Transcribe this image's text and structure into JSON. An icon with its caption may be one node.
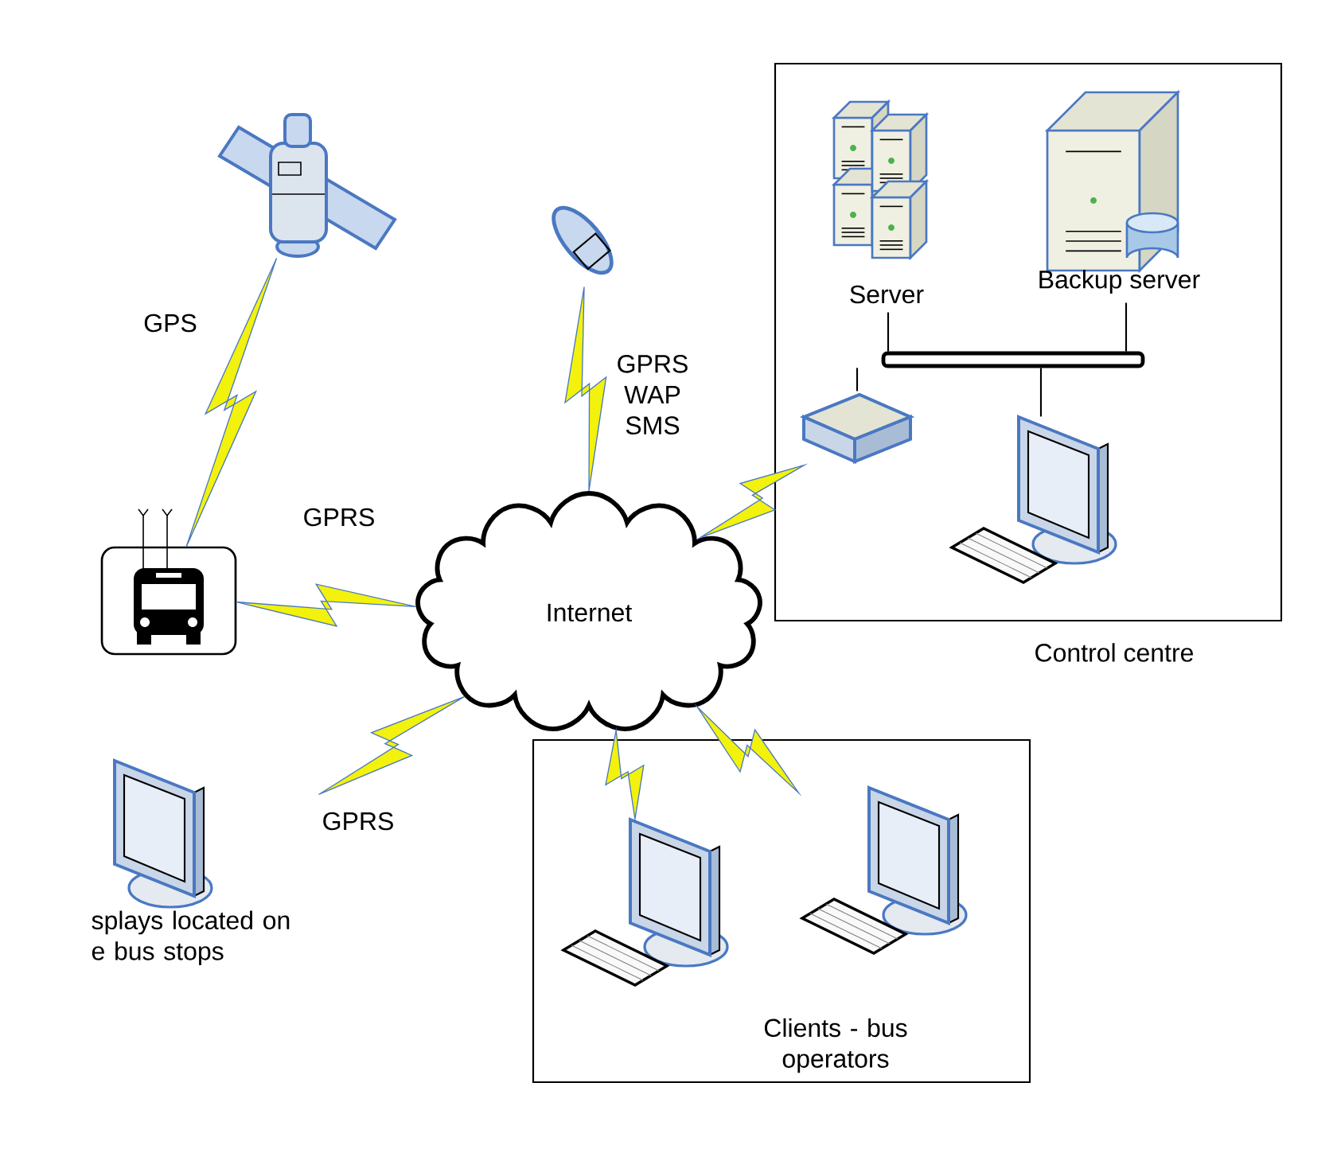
{
  "diagram": {
    "nodes": [
      {
        "text": [],
        "shape": "picture"
      },
      {
        "text": [],
        "shape": "picture"
      },
      {
        "text": [],
        "shape": "picture"
      },
      {
        "text": [
          "Internet"
        ]
      },
      {
        "text": [
          "Control centre"
        ]
      },
      {
        "text": [
          "Server"
        ],
        "in": 4
      },
      {
        "text": [
          "Backup server"
        ],
        "in": 4
      },
      {
        "text": [],
        "shape": "bar",
        "in": 4
      },
      {
        "text": [],
        "shape": "picture",
        "in": 4
      },
      {
        "text": [],
        "shape": "picture",
        "in": 4
      },
      {
        "text": [
          "splays located on e bus stops"
        ]
      },
      {
        "text": [
          "Clients - bus operators"
        ]
      },
      {
        "text": [],
        "shape": "picture",
        "in": 11
      },
      {
        "text": [],
        "shape": "picture",
        "in": 11
      }
    ],
    "edges": [
      {
        "from": 0,
        "to": 2,
        "arrow": "none",
        "label": "GPS"
      },
      {
        "from": 1,
        "to": 3,
        "arrow": "none",
        "label": "GPRS WAP SMS"
      },
      {
        "from": 2,
        "to": 3,
        "arrow": "none",
        "label": "GPRS"
      },
      {
        "from": 3,
        "to": 8,
        "arrow": "none"
      },
      {
        "from": 3,
        "to": 10,
        "arrow": "none",
        "label": "GPRS"
      },
      {
        "from": 3,
        "to": 12,
        "arrow": "none"
      },
      {
        "from": 3,
        "to": 13,
        "arrow": "none"
      },
      {
        "from": 5,
        "to": 7,
        "arrow": "none",
        "color": "#000000"
      },
      {
        "from": 6,
        "to": 7,
        "arrow": "none",
        "color": "#000000"
      },
      {
        "from": 7,
        "to": 8,
        "arrow": "none",
        "color": "#000000"
      },
      {
        "from": 7,
        "to": 9,
        "arrow": "none",
        "color": "#000000"
      }
    ]
  }
}
